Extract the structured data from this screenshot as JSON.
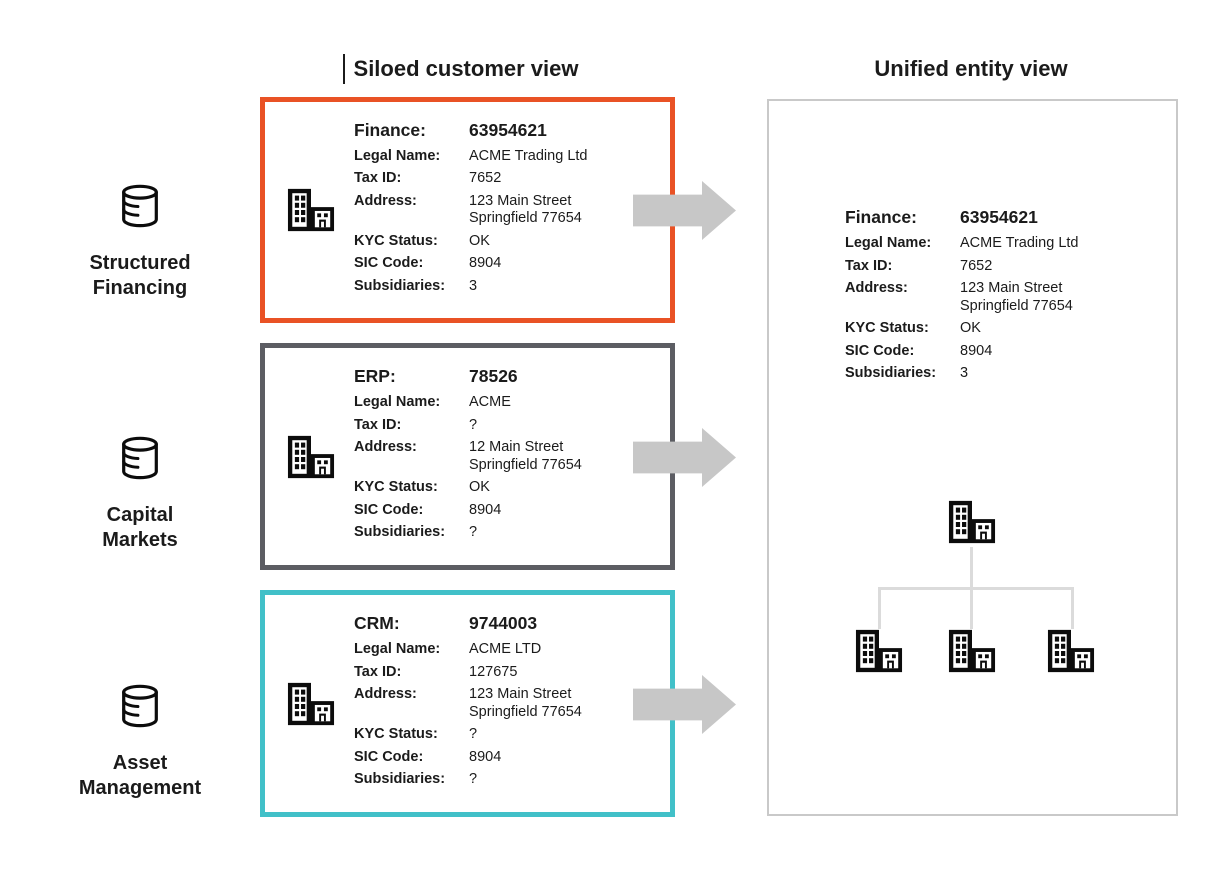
{
  "titles": {
    "siloed": "Siloed customer view",
    "unified": "Unified entity view"
  },
  "colors": {
    "finance_accent": "#E95225",
    "erp_accent": "#5C5D63",
    "crm_accent": "#41C0C8",
    "arrow": "#C7C7C7",
    "panel_border": "#C9C9C9",
    "connector": "#DBDBDB",
    "text": "#1B1B1B"
  },
  "sources": [
    {
      "name": "Structured Financing",
      "line1": "Structured",
      "line2": "Financing",
      "icon": "database-icon"
    },
    {
      "name": "Capital Markets",
      "line1": "Capital",
      "line2": "Markets",
      "icon": "database-icon"
    },
    {
      "name": "Asset Management",
      "line1": "Asset",
      "line2": "Management",
      "icon": "database-icon"
    }
  ],
  "cards": [
    {
      "system": "Finance:",
      "system_value": "63954621",
      "accent": "#E95225",
      "icon": "building-icon",
      "rows": [
        {
          "label": "Legal Name:",
          "value": "ACME Trading Ltd"
        },
        {
          "label": "Tax ID:",
          "value": "7652"
        },
        {
          "label": "Address:",
          "value": "123 Main Street",
          "value2": "Springfield 77654"
        },
        {
          "label": "KYC Status:",
          "value": "OK"
        },
        {
          "label": "SIC Code:",
          "value": "8904"
        },
        {
          "label": "Subsidiaries:",
          "value": "3"
        }
      ]
    },
    {
      "system": "ERP:",
      "system_value": "78526",
      "accent": "#5C5D63",
      "icon": "building-icon",
      "rows": [
        {
          "label": "Legal Name:",
          "value": "ACME"
        },
        {
          "label": "Tax ID:",
          "value": "?"
        },
        {
          "label": "Address:",
          "value": "12 Main Street",
          "value2": "Springfield 77654"
        },
        {
          "label": "KYC Status:",
          "value": "OK"
        },
        {
          "label": "SIC Code:",
          "value": "8904"
        },
        {
          "label": "Subsidiaries:",
          "value": "?"
        }
      ]
    },
    {
      "system": "CRM:",
      "system_value": "9744003",
      "accent": "#41C0C8",
      "icon": "building-icon",
      "rows": [
        {
          "label": "Legal Name:",
          "value": "ACME LTD"
        },
        {
          "label": "Tax ID:",
          "value": "127675"
        },
        {
          "label": "Address:",
          "value": "123 Main Street",
          "value2": "Springfield 77654"
        },
        {
          "label": "KYC Status:",
          "value": "?"
        },
        {
          "label": "SIC Code:",
          "value": "8904"
        },
        {
          "label": "Subsidiaries:",
          "value": "?"
        }
      ]
    }
  ],
  "unified": {
    "system": "Finance:",
    "system_value": "63954621",
    "rows": [
      {
        "label": "Legal Name:",
        "value": "ACME Trading Ltd"
      },
      {
        "label": "Tax ID:",
        "value": "7652"
      },
      {
        "label": "Address:",
        "value": "123 Main Street",
        "value2": "Springfield 77654"
      },
      {
        "label": "KYC Status:",
        "value": "OK"
      },
      {
        "label": "SIC Code:",
        "value": "8904"
      },
      {
        "label": "Subsidiaries:",
        "value": "3"
      }
    ],
    "hierarchy": {
      "parent_icon": "building-icon",
      "child_icons": [
        "building-icon",
        "building-icon",
        "building-icon"
      ]
    }
  }
}
